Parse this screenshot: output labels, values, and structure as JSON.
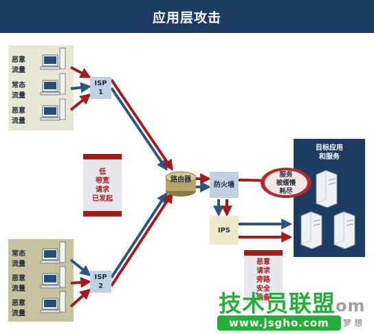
{
  "title": "应用层攻击",
  "top_group": {
    "labels": [
      [
        "恶意",
        "流量"
      ],
      [
        "常态",
        "流量"
      ],
      [
        "恶意",
        "流量"
      ]
    ]
  },
  "bottom_group": {
    "labels": [
      [
        "常态",
        "流量"
      ],
      [
        "恶意",
        "流量"
      ],
      [
        "恶意",
        "流量"
      ]
    ]
  },
  "isp1": [
    "ISP",
    "1"
  ],
  "isp2": [
    "ISP",
    "2"
  ],
  "router": "路由器",
  "firewall": "防火墙",
  "ips": "IPS",
  "target": {
    "title_line1": "目标应用",
    "title_line2": "和服务"
  },
  "service_state": [
    "服务",
    "被缓慢",
    "耗尽"
  ],
  "note_low_bandwidth": [
    "低",
    "带宽",
    "请求",
    "已发起"
  ],
  "note_bypass": [
    "恶意",
    "请求",
    "旁路",
    "安全",
    "设备"
  ],
  "watermark": {
    "main": "技术员联盟",
    "tail": "om",
    "url": "www.jsgho.com",
    "side": "梦 想"
  },
  "colors": {
    "header": "#1e3c61",
    "red_line": "#a21b1b",
    "blue_line": "#2b5680",
    "top_panel": "#e8e8d4",
    "bottom_panel": "#c6c39c",
    "target_panel": "#1e3c61",
    "firewall": "#bfd1e3",
    "ips": "#efe9cc"
  }
}
